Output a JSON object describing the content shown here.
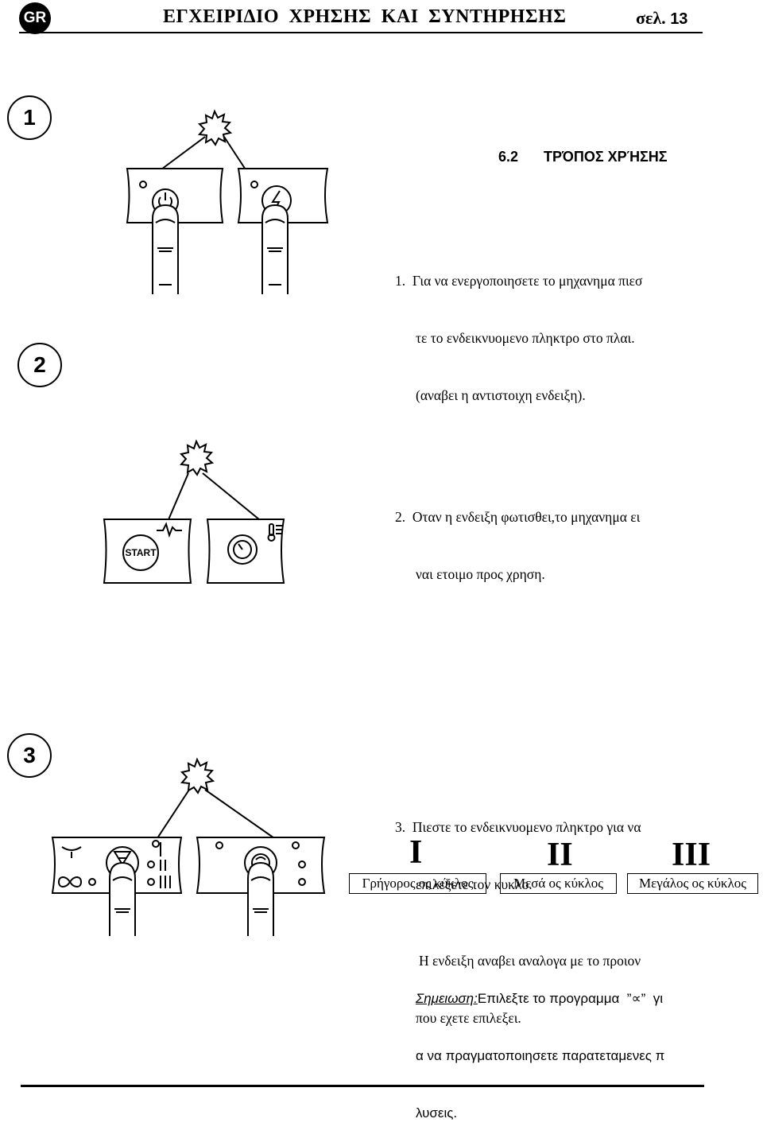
{
  "header": {
    "badge": "GR",
    "title": "ΕΓΧΕΙΡΙΔΙΟ ΧΡΗΣΗΣ ΚΑΙ ΣΥΝΤΗΡΗΣΗΣ",
    "page_label": "σελ.",
    "page_number": "13"
  },
  "section": {
    "number": "6.2",
    "title": "ΤΡΌΠΟΣ ΧΡΉΣΗΣ"
  },
  "steps": [
    {
      "circle": "1",
      "lines": [
        "1.  Για να ενεργοποιησετε το μηχανημα πιεσ",
        "τε το ενδεικνυομενο πληκτρο στο πλαι.",
        "(αναβει η αντιστοιχη ενδειξη)."
      ]
    },
    {
      "circle": "2",
      "lines": [
        "2.  Οταν η ενδειξη φωτισθει,το μηχανημα ει",
        "ναι ετοιμο προς χρηση."
      ],
      "start_label": "START"
    },
    {
      "circle": "3",
      "lines": [
        "3.  Πιεστε το ενδεικνυομενο πληκτρο για να",
        "επιλεξετε τον κυκλο."
      ]
    }
  ],
  "cycles": [
    {
      "roman": "I",
      "label": "Γρήγορος ος κύκλος"
    },
    {
      "roman": "II",
      "label": "Μεσά ος κύκλος"
    },
    {
      "roman": "III",
      "label": "Μεγάλος ος κύκλος"
    }
  ],
  "notes": {
    "lines": [
      "Η ενδειξη αναβει αναλογα με το προιον",
      "που εχετε επιλεξει."
    ],
    "note_label": "Σημειωση:",
    "note_lines": [
      "Επιλεξτε το προγραμμα  ”∝”  γι",
      "α να πραγματοποιησετε παρατεταμενες π",
      "λυσεις."
    ]
  },
  "colors": {
    "ink": "#000000",
    "paper": "#ffffff"
  },
  "icons": [
    "starburst-icon",
    "power-icon",
    "lightning-icon",
    "heater-wave-icon",
    "gauge-icon",
    "thermometer-icon",
    "infinity-icon",
    "cycle-selector-icon",
    "finger-icon"
  ]
}
